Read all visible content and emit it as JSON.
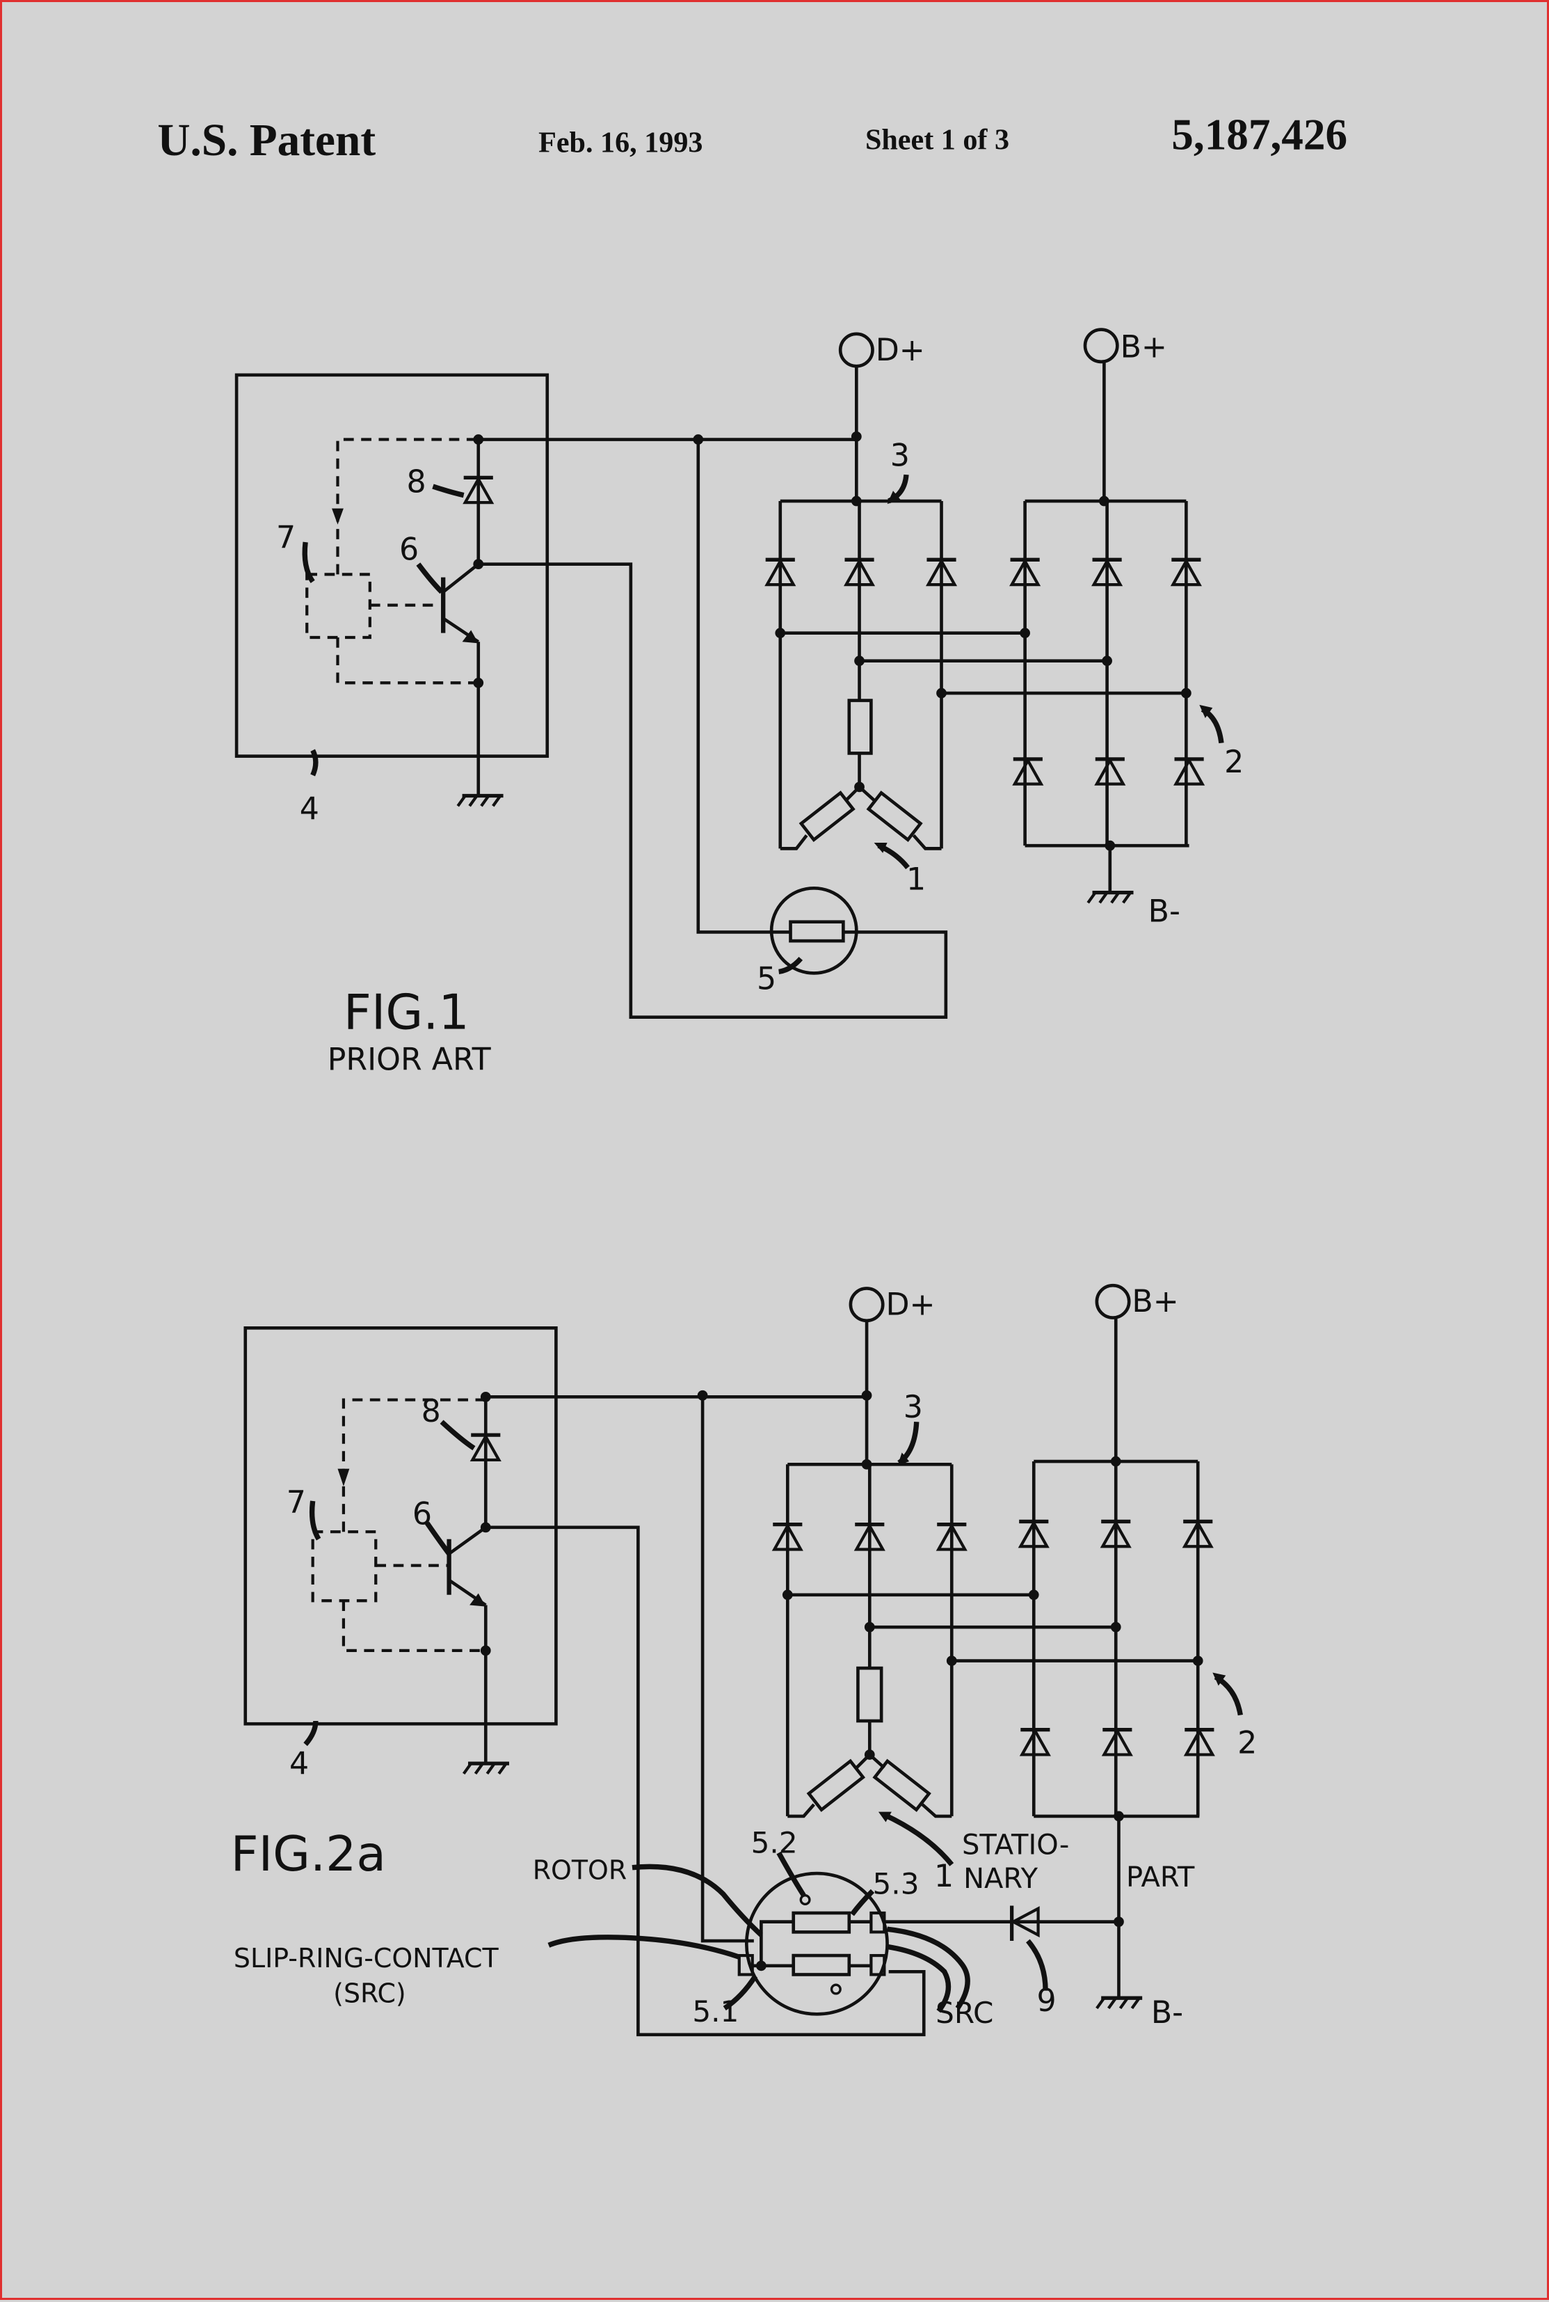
{
  "header": {
    "title": "U.S. Patent",
    "date": "Feb. 16, 1993",
    "sheet": "Sheet 1 of 3",
    "patent_number": "5,187,426"
  },
  "fig1": {
    "caption": "FIG.1",
    "subcaption": "PRIOR ART",
    "terminal_d": "D+",
    "terminal_b": "B+",
    "ground_b": "B-",
    "ref_1": "1",
    "ref_2": "2",
    "ref_3": "3",
    "ref_4": "4",
    "ref_5": "5",
    "ref_6": "6",
    "ref_7": "7",
    "ref_8": "8"
  },
  "fig2a": {
    "caption": "FIG.2a",
    "terminal_d": "D+",
    "terminal_b": "B+",
    "ground_b": "B-",
    "ref_1": "1",
    "ref_2": "2",
    "ref_3": "3",
    "ref_4": "4",
    "ref_6": "6",
    "ref_7": "7",
    "ref_8": "8",
    "ref_9": "9",
    "ref_51": "5.1",
    "ref_52": "5.2",
    "ref_53": "5.3",
    "rotor": "ROTOR",
    "src_full": "SLIP-RING-CONTACT",
    "src_abbr": "(SRC)",
    "src": "SRC",
    "stationary_1": "STATIO-",
    "stationary_2": "NARY",
    "part": "PART"
  }
}
